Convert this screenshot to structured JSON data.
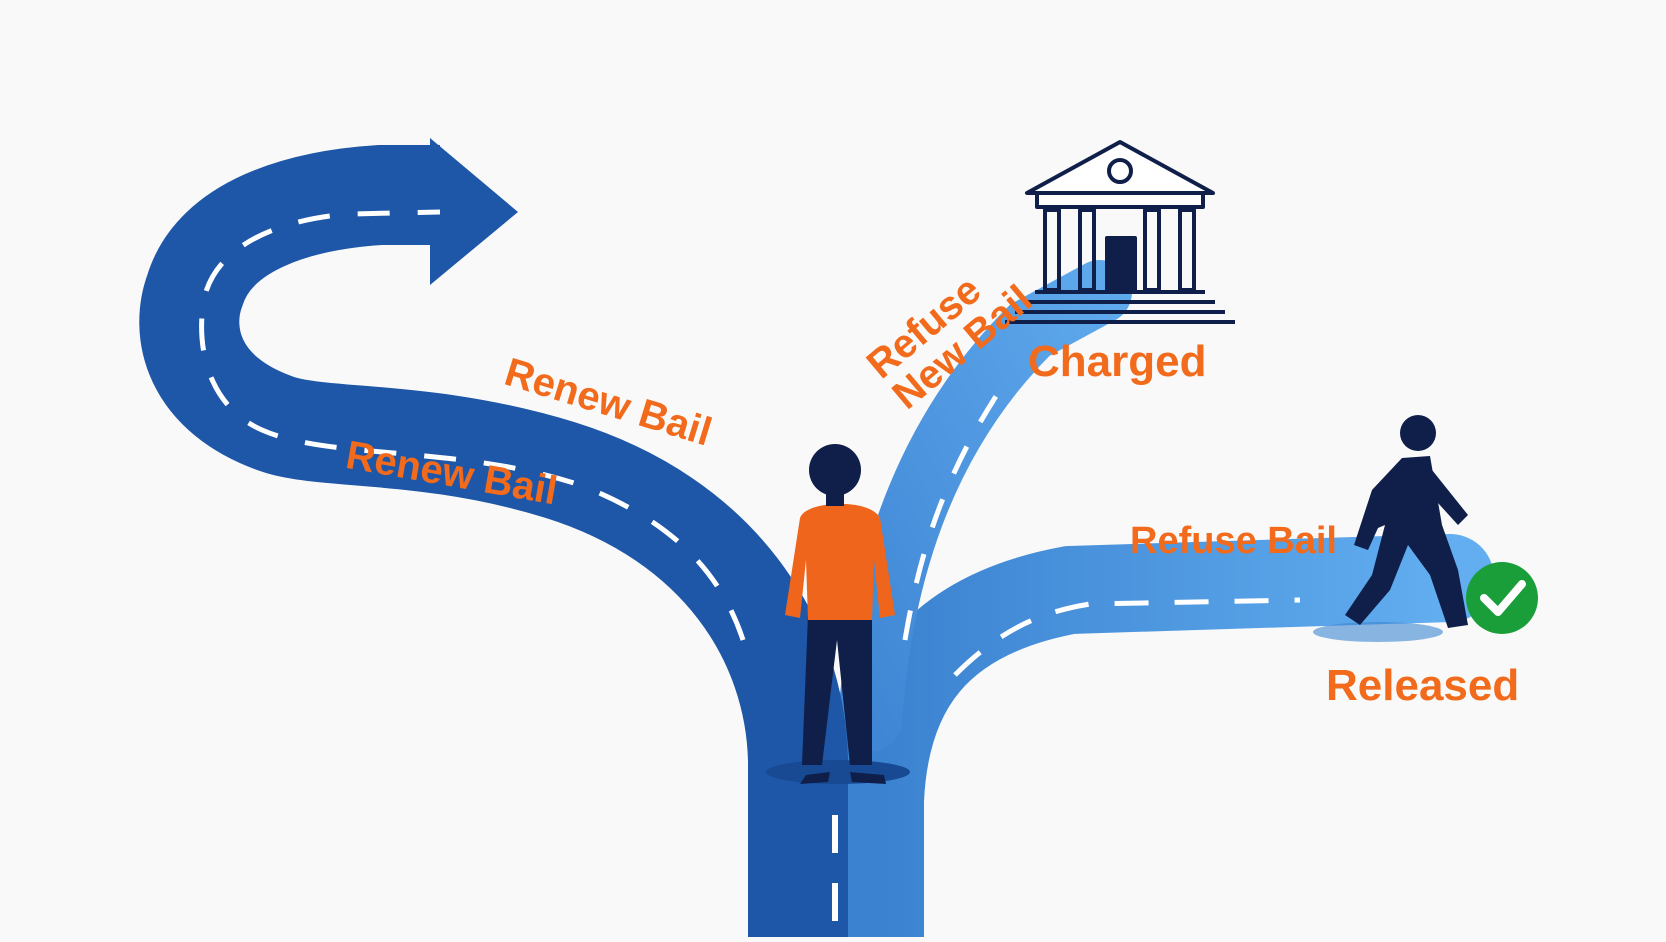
{
  "labels": {
    "renew_bail_top": "Renew Bail",
    "renew_bail_road": "Renew Bail",
    "refuse_new_bail_line1": "Refuse",
    "refuse_new_bail_line2": "New Bail",
    "charged": "Charged",
    "refuse_bail": "Refuse Bail",
    "released": "Released"
  },
  "icons": {
    "courthouse": "courthouse-icon",
    "walking_person": "walking-person-icon",
    "check": "check-circle-icon",
    "standing_person": "standing-person",
    "u_turn_arrow": "u-turn-arrow"
  },
  "colors": {
    "background": "#f8f9f8",
    "road_dark": "#1e56a8",
    "road_light": "#5aa3e6",
    "label_orange": "#f26a1b",
    "navy": "#0f1f4a",
    "shirt_orange": "#f0651c",
    "check_green": "#1a9e3a"
  }
}
